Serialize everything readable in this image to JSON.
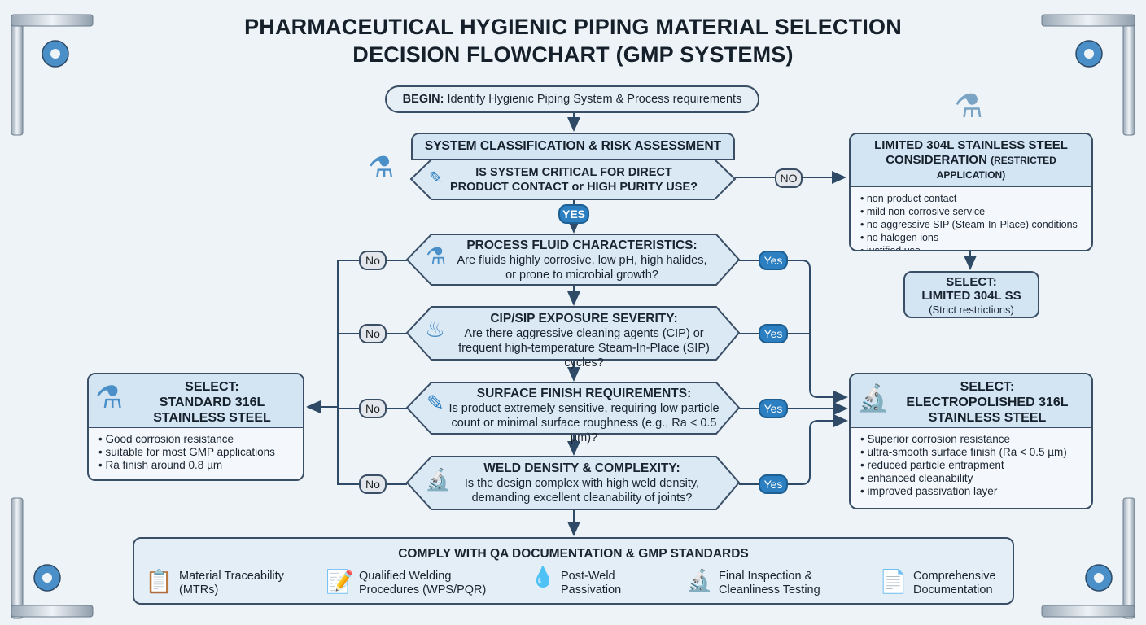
{
  "title": {
    "line1": "PHARMACEUTICAL HYGIENIC PIPING MATERIAL SELECTION",
    "line2": "DECISION FLOWCHART (GMP SYSTEMS)"
  },
  "begin": {
    "bold": "BEGIN:",
    "text": " Identify Hygienic Piping System & Process requirements"
  },
  "classification": {
    "header": "SYSTEM CLASSIFICATION & RISK ASSESSMENT",
    "question_line1": "IS SYSTEM CRITICAL FOR DIRECT",
    "question_line2": "PRODUCT CONTACT or HIGH PURITY USE?",
    "no": "NO",
    "yes": "YES"
  },
  "limited": {
    "header_line1": "LIMITED 304L STAINLESS STEEL",
    "header_line2": "CONSIDERATION",
    "header_note": "(RESTRICTED APPLICATION)",
    "items": [
      "non-product contact",
      "mild non-corrosive service",
      "no aggressive SIP (Steam-In-Place) conditions",
      "no halogen ions",
      "justified use"
    ],
    "select_line1": "SELECT:",
    "select_line2": "LIMITED 304L SS",
    "select_note": "(Strict restrictions)"
  },
  "questions": [
    {
      "title": "PROCESS FLUID CHARACTERISTICS:",
      "line1": "Are fluids highly corrosive, low pH, high halides,",
      "line2": "or prone to microbial growth?",
      "no": "No",
      "yes": "Yes",
      "icon": "flask-icon"
    },
    {
      "title": "CIP/SIP EXPOSURE SEVERITY:",
      "line1": "Are there aggressive cleaning agents (CIP) or",
      "line2": "frequent high-temperature Steam-In-Place (SIP) cycles?",
      "no": "No",
      "yes": "Yes",
      "icon": "steam-icon"
    },
    {
      "title": "SURFACE FINISH REQUIREMENTS:",
      "line1": "Is product extremely sensitive, requiring low particle",
      "line2": "count or minimal surface roughness (e.g., Ra < 0.5 µm)?",
      "no": "No",
      "yes": "Yes",
      "icon": "polish-pen-icon"
    },
    {
      "title": "WELD DENSITY & COMPLEXITY:",
      "line1": "Is the design complex with high weld density,",
      "line2": "demanding excellent cleanability of joints?",
      "no": "No",
      "yes": "Yes",
      "icon": "microscope-icon"
    }
  ],
  "standard": {
    "line1": "SELECT:",
    "line2": "STANDARD 316L",
    "line3": "STAINLESS STEEL",
    "items": [
      "Good corrosion resistance",
      "suitable for most GMP applications",
      "Ra finish around 0.8 µm"
    ]
  },
  "electro": {
    "line1": "SELECT:",
    "line2": "ELECTROPOLISHED 316L",
    "line3": "STAINLESS STEEL",
    "items": [
      "Superior corrosion resistance",
      "ultra-smooth surface finish (Ra < 0.5 µm)",
      "reduced particle entrapment",
      "enhanced cleanability",
      "improved passivation layer"
    ]
  },
  "comply": {
    "header": "COMPLY WITH QA DOCUMENTATION & GMP STANDARDS",
    "items": [
      {
        "line1": "Material Traceability",
        "line2": "(MTRs)",
        "icon": "checklist-icon"
      },
      {
        "line1": "Qualified Welding",
        "line2": "Procedures (WPS/PQR)",
        "icon": "document-pen-icon"
      },
      {
        "line1": "Post-Weld",
        "line2": "Passivation",
        "icon": "droplet-icon"
      },
      {
        "line1": "Final Inspection &",
        "line2": "Cleanliness Testing",
        "icon": "microscope-icon"
      },
      {
        "line1": "Comprehensive",
        "line2": "Documentation",
        "icon": "documents-icon"
      }
    ]
  },
  "colors": {
    "line": "#2e4a66",
    "header_fill": "#d3e4f2",
    "yes": "#2c7fc0",
    "no": "#e3e7eb"
  }
}
